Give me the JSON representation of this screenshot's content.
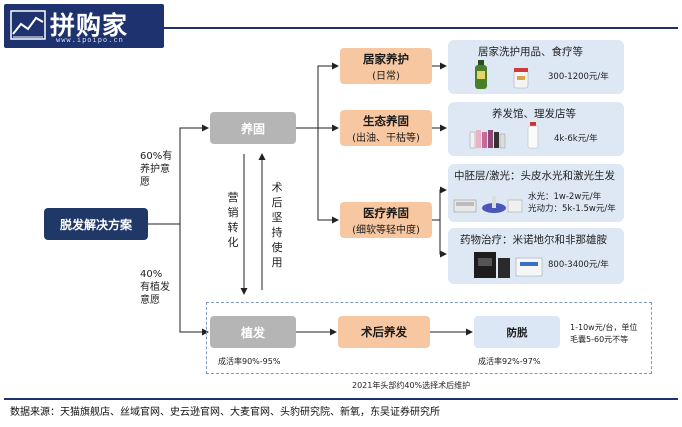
{
  "logo": {
    "name": "拼购家",
    "url": "www.ipoipo.cn"
  },
  "root": {
    "label": "脱发解决方案"
  },
  "branch_upper_label": "60%有\n养护意\n愿",
  "branch_lower_label": "40%\n有植发\n意愿",
  "yanggu": {
    "label": "养固"
  },
  "zhifa": {
    "label": "植发"
  },
  "shuhou": {
    "label": "术后养发"
  },
  "fangtuo": {
    "label": "防脱"
  },
  "vertical_down": "营销转化",
  "vertical_up": "术后坚持使用",
  "categories": [
    {
      "title": "居家养护",
      "subtitle": "(日常)"
    },
    {
      "title": "生态养固",
      "subtitle": "(出油、干枯等)"
    },
    {
      "title": "医疗养固",
      "subtitle": "(细软等轻中度)"
    }
  ],
  "panels": [
    {
      "title": "居家洗护用品、食疗等",
      "price": "300-1200元/年",
      "icon": "shampoo-bottle-icon"
    },
    {
      "title": "养发馆、理发店等",
      "price": "4k-6k元/年",
      "icon": "salon-products-icon"
    },
    {
      "title": "中胚层/激光：头皮水光和激光生发",
      "price_line1": "水光：1w-2w元/年",
      "price_line2": "光动力：5k-1.5w元/年",
      "icon": "laser-device-icon"
    },
    {
      "title": "药物治疗：米诺地尔和非那雄胺",
      "price": "800-3400元/年",
      "icon": "medicine-box-icon"
    }
  ],
  "zhifa_caption": "成活率90%-95%",
  "fangtuo_caption": "成活率92%-97%",
  "fangtuo_price_line1": "1-10w元/台，单位",
  "fangtuo_price_line2": "毛囊5-60元不等",
  "dashed_caption": "2021年头部约40%选择术后维护",
  "source": "数据来源：天猫旗舰店、丝域官网、史云逊官网、大麦官网、头豹研究院、新氧，东吴证券研究所",
  "colors": {
    "navy": "#1f3868",
    "gray": "#b5b5b5",
    "orange": "#f7c7a1",
    "panel_blue": "#dde8f4",
    "logo": "#1e3270"
  }
}
